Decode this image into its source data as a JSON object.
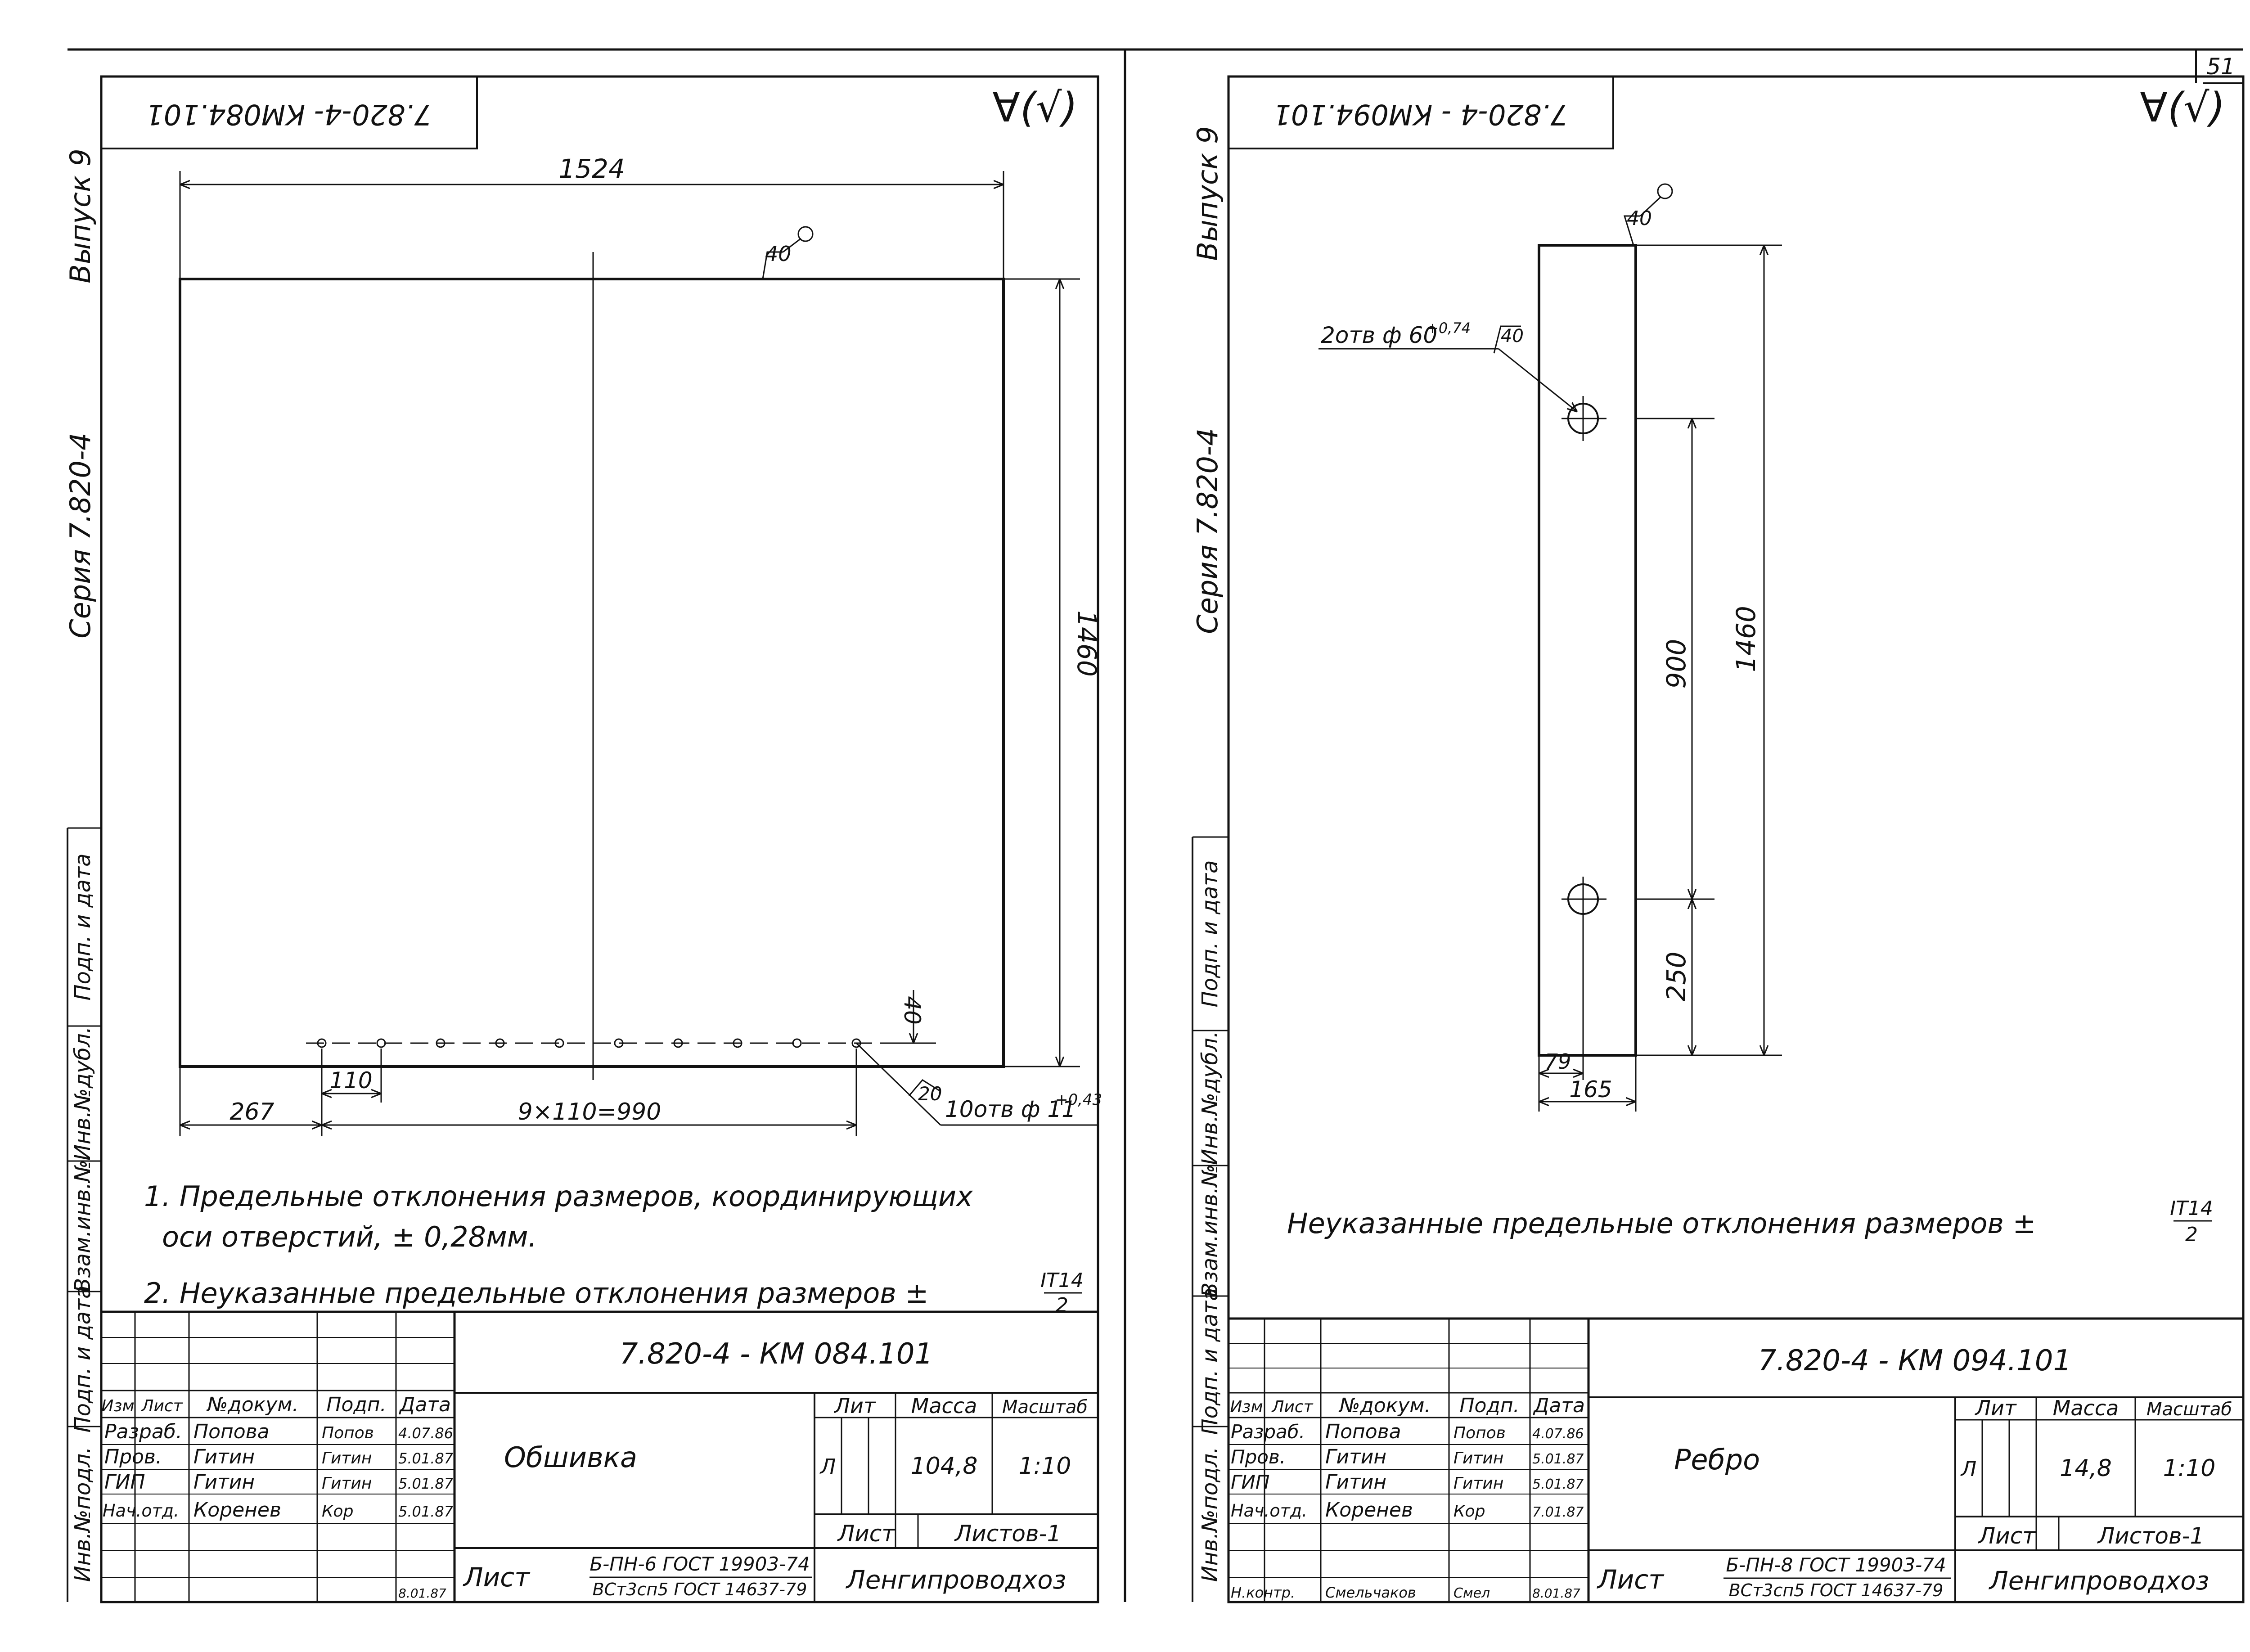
{
  "page_number": "51",
  "left_sheet": {
    "doc_code_mirrored": "7.820-4- КМ084.101",
    "roughness_symbol": "∀(√)",
    "dims": {
      "width": "1524",
      "height": "1460",
      "edge_offset": "40",
      "first_hole": "267",
      "pitch": "110",
      "pitch_total": "9×110=990",
      "weld": "40",
      "weld2": "20",
      "holes_note": "10отв ф 11",
      "holes_tol": "+0,43"
    },
    "side": {
      "issue": "Выпуск 9",
      "series": "Серия 7.820-4",
      "stamp_labels": [
        "Инв.№подл.",
        "Подп. и дата",
        "Взам.инв.№",
        "Инв.№дубл.",
        "Подп. и дата"
      ]
    },
    "note1_line1": "1. Предельные отклонения размеров, координирующих",
    "note1_line2": "оси отверстий, ± 0,28мм.",
    "note2": "2. Неуказанные предельные отклонения размеров ±",
    "frac_num": "IT14",
    "frac_den": "2",
    "title_block": {
      "doc_code": "7.820-4 - КМ 084.101",
      "name": "Обшивка",
      "col_headers": [
        "Изм",
        "Лист",
        "№докум.",
        "Подп.",
        "Дата"
      ],
      "rows": [
        {
          "role": "Разраб.",
          "person": "Попова",
          "sign": "Попов",
          "date": "4.07.86"
        },
        {
          "role": "Пров.",
          "person": "Гитин",
          "sign": "Гитин",
          "date": "5.01.87"
        },
        {
          "role": "ГИП",
          "person": "Гитин",
          "sign": "Гитин",
          "date": "5.01.87"
        },
        {
          "role": "Нач.отд.",
          "person": "Коренев",
          "sign": "Кор",
          "date": "5.01.87"
        },
        {
          "role": "",
          "person": "",
          "sign": "",
          "date": "8.01.87"
        }
      ],
      "lit_label": "Лит",
      "lit_value": "Л",
      "mass_label": "Масса",
      "mass_value": "104,8",
      "scale_label": "Масштаб",
      "scale_value": "1:10",
      "sheet_label": "Лист",
      "sheets_label": "Листов-1",
      "material_prefix": "Лист",
      "material_top": "Б-ПН-6 ГОСТ 19903-74",
      "material_bottom": "ВСт3сп5 ГОСТ 14637-79",
      "org": "Ленгипроводхоз"
    }
  },
  "right_sheet": {
    "doc_code_mirrored": "7.820-4 - КМ094.101",
    "roughness_symbol": "∀(√)",
    "dims": {
      "weld_top": "40",
      "holes_note": "2отв ф 60",
      "holes_tol": "+0,74",
      "weld_hole": "40",
      "between": "900",
      "total": "1460",
      "bottom": "250",
      "half": "79",
      "width": "165"
    },
    "side": {
      "issue": "Выпуск 9",
      "series": "Серия 7.820-4",
      "stamp_labels": [
        "Инв.№подл.",
        "Подп. и дата",
        "Взам.инв.№",
        "Инв.№дубл.",
        "Подп. и дата"
      ]
    },
    "note": "Неуказанные предельные отклонения размеров ±",
    "frac_num": "IT14",
    "frac_den": "2",
    "title_block": {
      "doc_code": "7.820-4 - КМ 094.101",
      "name": "Ребро",
      "col_headers": [
        "Изм",
        "Лист",
        "№докум.",
        "Подп.",
        "Дата"
      ],
      "rows": [
        {
          "role": "Разраб.",
          "person": "Попова",
          "sign": "Попов",
          "date": "4.07.86"
        },
        {
          "role": "Пров.",
          "person": "Гитин",
          "sign": "Гитин",
          "date": "5.01.87"
        },
        {
          "role": "ГИП",
          "person": "Гитин",
          "sign": "Гитин",
          "date": "5.01.87"
        },
        {
          "role": "Нач.отд.",
          "person": "Коренев",
          "sign": "Кор",
          "date": "7.01.87"
        },
        {
          "role": "Н.контр.",
          "person": "Смельчаков",
          "sign": "Смел",
          "date": "8.01.87"
        }
      ],
      "lit_label": "Лит",
      "lit_value": "Л",
      "mass_label": "Масса",
      "mass_value": "14,8",
      "scale_label": "Масштаб",
      "scale_value": "1:10",
      "sheet_label": "Лист",
      "sheets_label": "Листов-1",
      "material_prefix": "Лист",
      "material_top": "Б-ПН-8 ГОСТ 19903-74",
      "material_bottom": "ВСт3сп5 ГОСТ 14637-79",
      "org": "Ленгипроводхоз"
    }
  }
}
